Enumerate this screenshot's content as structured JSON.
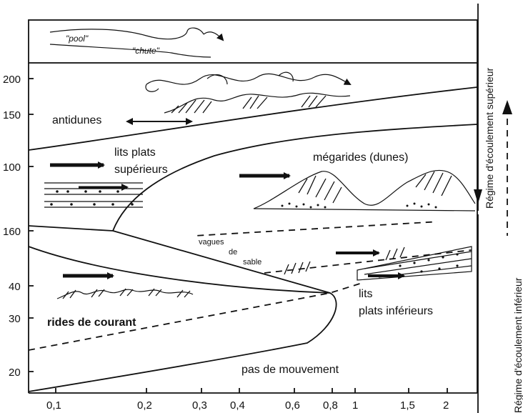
{
  "inset": {
    "pool": "\"pool\"",
    "chute": "\"chute\""
  },
  "y_ticks": [
    "200",
    "150",
    "100",
    "160",
    "40",
    "30",
    "20"
  ],
  "x_ticks": [
    "0,1",
    "0,2",
    "0,3",
    "0,4",
    "0,6",
    "0,8",
    "1",
    "1,5",
    "2"
  ],
  "zones": {
    "antidunes": "antidunes",
    "upper_flat_1": "lits plats",
    "upper_flat_2": "supérieurs",
    "megaripples": "mégarides (dunes)",
    "sand_waves_1": "vagues",
    "sand_waves_2": "de",
    "sand_waves_3": "sable",
    "current_ripples": "rides de courant",
    "lower_flat_1": "lits",
    "lower_flat_2": "plats inférieurs",
    "no_movement": "pas de mouvement"
  },
  "regimes": {
    "upper": "Régime d'écoulement supérieur",
    "lower": "Régime d'écoulement inférieur"
  }
}
